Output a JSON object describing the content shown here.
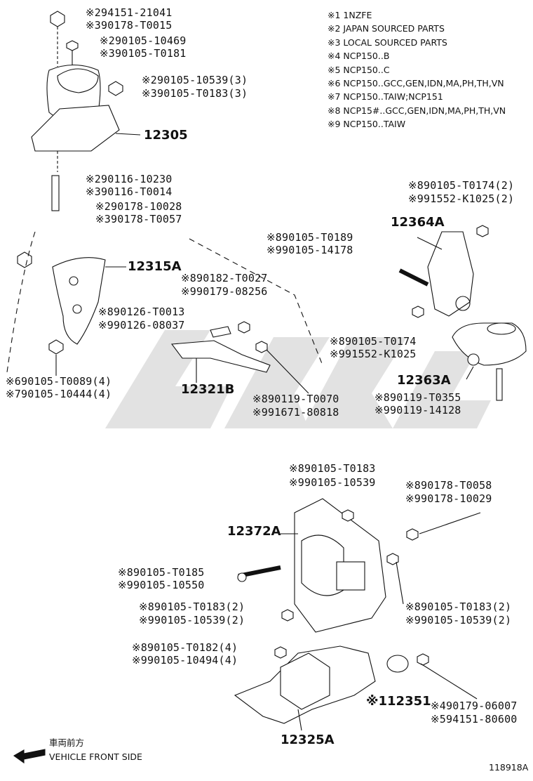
{
  "legend": [
    "※1 1NZFE",
    "※2 JAPAN SOURCED PARTS",
    "※3 LOCAL SOURCED PARTS",
    "※4 NCP150..B",
    "※5 NCP150..C",
    "※6 NCP150..GCC,GEN,IDN,MA,PH,TH,VN",
    "※7 NCP150..TAIW;NCP151",
    "※8 NCP15#..GCC,GEN,IDN,MA,PH,TH,VN",
    "※9 NCP150..TAIW"
  ],
  "callouts": {
    "c1a": "※294151-21041",
    "c1b": "※390178-T0015",
    "c2a": "※290105-10469",
    "c2b": "※390105-T0181",
    "c3a": "※290105-10539(3)",
    "c3b": "※390105-T0183(3)",
    "c4": "12305",
    "c5a": "※290116-10230",
    "c5b": "※390116-T0014",
    "c6a": "※290178-10028",
    "c6b": "※390178-T0057",
    "c7": "12315A",
    "c8a": "※890182-T0027",
    "c8b": "※990179-08256",
    "c9a": "※890126-T0013",
    "c9b": "※990126-08037",
    "c10a": "※690105-T0089(4)",
    "c10b": "※790105-10444(4)",
    "c11": "12321B",
    "c12a": "※890119-T0070",
    "c12b": "※991671-80818",
    "c13a": "※890105-T0174(2)",
    "c13b": "※991552-K1025(2)",
    "c14": "12364A",
    "c15a": "※890105-T0189",
    "c15b": "※990105-14178",
    "c16a": "※890105-T0174",
    "c16b": "※991552-K1025",
    "c17": "12363A",
    "c18a": "※890119-T0355",
    "c18b": "※990119-14128",
    "c19a": "※890105-T0183",
    "c19b": "※990105-10539",
    "c20a": "※890178-T0058",
    "c20b": "※990178-10029",
    "c21": "12372A",
    "c22a": "※890105-T0185",
    "c22b": "※990105-10550",
    "c23a": "※890105-T0183(2)",
    "c23b": "※990105-10539(2)",
    "c24a": "※890105-T0183(2)",
    "c24b": "※990105-10539(2)",
    "c25a": "※890105-T0182(4)",
    "c25b": "※990105-10494(4)",
    "c26": "※112351",
    "c27a": "※490179-06007",
    "c27b": "※594151-80600",
    "c28": "12325A"
  },
  "footer": {
    "jp": "車両前方",
    "en": "VEHICLE FRONT SIDE",
    "fig": "118918A"
  },
  "watermark": "ᒐᓵᓭᔕ"
}
